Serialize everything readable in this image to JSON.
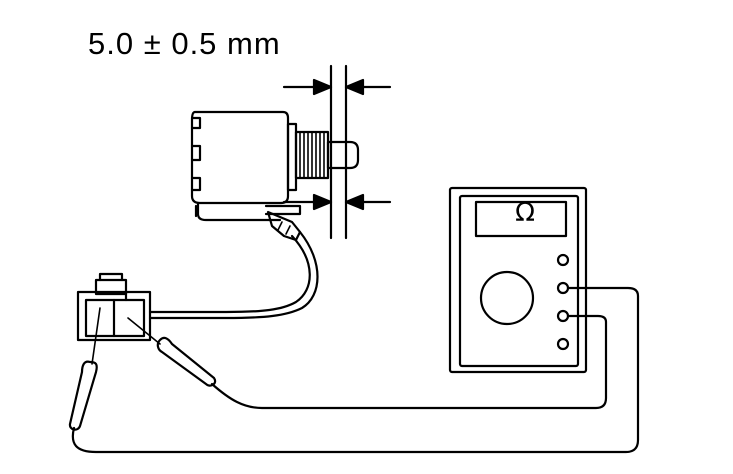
{
  "dimension": {
    "value_text": "5.0 ± 0.5 mm"
  },
  "meter": {
    "display_symbol": "Ω",
    "mode": "ohmmeter"
  },
  "colors": {
    "ink": "#000000",
    "background": "#ffffff"
  },
  "components": {
    "sensor": "sensor-body-with-threaded-plunger",
    "connector": "two-pin-connector",
    "probes": "test-probe-pair",
    "meter": "multimeter"
  }
}
